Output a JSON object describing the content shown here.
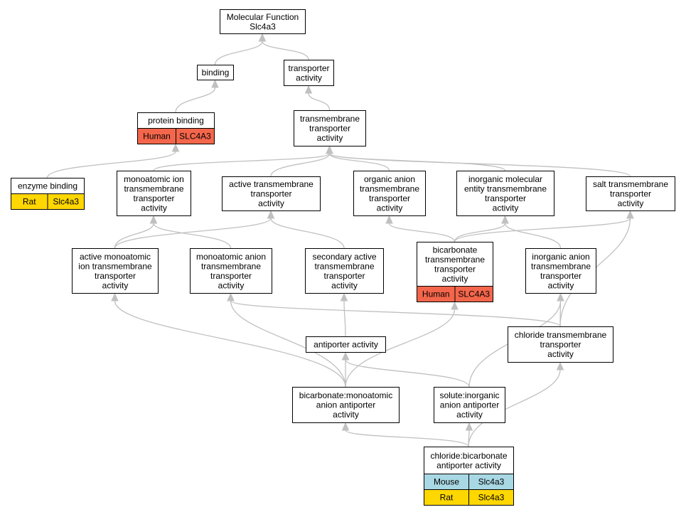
{
  "colors": {
    "human": "#f4664b",
    "rat": "#ffd700",
    "mouse": "#a8d8e4",
    "edge": "#c0c0c0",
    "node_border": "#000000"
  },
  "nodes": [
    {
      "id": "mf",
      "lines": [
        "Molecular Function",
        "Slc4a3"
      ]
    },
    {
      "id": "binding",
      "lines": [
        "binding"
      ]
    },
    {
      "id": "transporter",
      "lines": [
        "transporter",
        "activity"
      ]
    },
    {
      "id": "protein_binding",
      "lines": [
        "protein binding"
      ],
      "tags": [
        [
          "human",
          "Human",
          "SLC4A3"
        ]
      ]
    },
    {
      "id": "tmt",
      "lines": [
        "transmembrane",
        "transporter",
        "activity"
      ]
    },
    {
      "id": "enzyme_binding",
      "lines": [
        "enzyme binding"
      ],
      "tags": [
        [
          "rat",
          "Rat",
          "Slc4a3"
        ]
      ]
    },
    {
      "id": "monoatomic_ion_tmt",
      "lines": [
        "monoatomic ion",
        "transmembrane",
        "transporter",
        "activity"
      ]
    },
    {
      "id": "active_tmt",
      "lines": [
        "active transmembrane",
        "transporter",
        "activity"
      ]
    },
    {
      "id": "organic_anion_tmt",
      "lines": [
        "organic anion",
        "transmembrane",
        "transporter",
        "activity"
      ]
    },
    {
      "id": "inorganic_molecular_tmt",
      "lines": [
        "inorganic molecular",
        "entity transmembrane",
        "transporter",
        "activity"
      ]
    },
    {
      "id": "salt_tmt",
      "lines": [
        "salt transmembrane",
        "transporter",
        "activity"
      ]
    },
    {
      "id": "active_monoatomic_ion_tmt",
      "lines": [
        "active monoatomic",
        "ion transmembrane",
        "transporter",
        "activity"
      ]
    },
    {
      "id": "monoatomic_anion_tmt",
      "lines": [
        "monoatomic anion",
        "transmembrane",
        "transporter",
        "activity"
      ]
    },
    {
      "id": "secondary_active_tmt",
      "lines": [
        "secondary active",
        "transmembrane",
        "transporter",
        "activity"
      ]
    },
    {
      "id": "bicarbonate_tmt",
      "lines": [
        "bicarbonate",
        "transmembrane",
        "transporter",
        "activity"
      ],
      "tags": [
        [
          "human",
          "Human",
          "SLC4A3"
        ]
      ]
    },
    {
      "id": "inorganic_anion_tmt",
      "lines": [
        "inorganic anion",
        "transmembrane",
        "transporter",
        "activity"
      ]
    },
    {
      "id": "antiporter",
      "lines": [
        "antiporter activity"
      ]
    },
    {
      "id": "chloride_tmt",
      "lines": [
        "chloride transmembrane",
        "transporter",
        "activity"
      ]
    },
    {
      "id": "bicarb_monoatomic_antiporter",
      "lines": [
        "bicarbonate:monoatomic",
        "anion antiporter",
        "activity"
      ]
    },
    {
      "id": "solute_inorganic_antiporter",
      "lines": [
        "solute:inorganic",
        "anion antiporter",
        "activity"
      ]
    },
    {
      "id": "chloride_bicarb_antiporter",
      "lines": [
        "chloride:bicarbonate",
        "antiporter activity"
      ],
      "tags": [
        [
          "mouse",
          "Mouse",
          "Slc4a3"
        ],
        [
          "rat",
          "Rat",
          "Slc4a3"
        ]
      ]
    }
  ],
  "edges": [
    [
      "binding",
      "mf"
    ],
    [
      "transporter",
      "mf"
    ],
    [
      "protein_binding",
      "binding"
    ],
    [
      "tmt",
      "transporter"
    ],
    [
      "enzyme_binding",
      "protein_binding"
    ],
    [
      "monoatomic_ion_tmt",
      "tmt"
    ],
    [
      "active_tmt",
      "tmt"
    ],
    [
      "organic_anion_tmt",
      "tmt"
    ],
    [
      "inorganic_molecular_tmt",
      "tmt"
    ],
    [
      "salt_tmt",
      "tmt"
    ],
    [
      "active_monoatomic_ion_tmt",
      "monoatomic_ion_tmt"
    ],
    [
      "active_monoatomic_ion_tmt",
      "active_tmt"
    ],
    [
      "monoatomic_anion_tmt",
      "monoatomic_ion_tmt"
    ],
    [
      "secondary_active_tmt",
      "active_tmt"
    ],
    [
      "bicarbonate_tmt",
      "organic_anion_tmt"
    ],
    [
      "bicarbonate_tmt",
      "inorganic_molecular_tmt"
    ],
    [
      "bicarbonate_tmt",
      "salt_tmt"
    ],
    [
      "inorganic_anion_tmt",
      "inorganic_molecular_tmt"
    ],
    [
      "antiporter",
      "secondary_active_tmt"
    ],
    [
      "chloride_tmt",
      "monoatomic_anion_tmt"
    ],
    [
      "chloride_tmt",
      "inorganic_anion_tmt"
    ],
    [
      "chloride_tmt",
      "salt_tmt"
    ],
    [
      "bicarb_monoatomic_antiporter",
      "active_monoatomic_ion_tmt"
    ],
    [
      "bicarb_monoatomic_antiporter",
      "monoatomic_anion_tmt"
    ],
    [
      "bicarb_monoatomic_antiporter",
      "antiporter"
    ],
    [
      "bicarb_monoatomic_antiporter",
      "bicarbonate_tmt"
    ],
    [
      "solute_inorganic_antiporter",
      "antiporter"
    ],
    [
      "solute_inorganic_antiporter",
      "inorganic_anion_tmt"
    ],
    [
      "chloride_bicarb_antiporter",
      "bicarb_monoatomic_antiporter"
    ],
    [
      "chloride_bicarb_antiporter",
      "solute_inorganic_antiporter"
    ],
    [
      "chloride_bicarb_antiporter",
      "chloride_tmt"
    ]
  ]
}
